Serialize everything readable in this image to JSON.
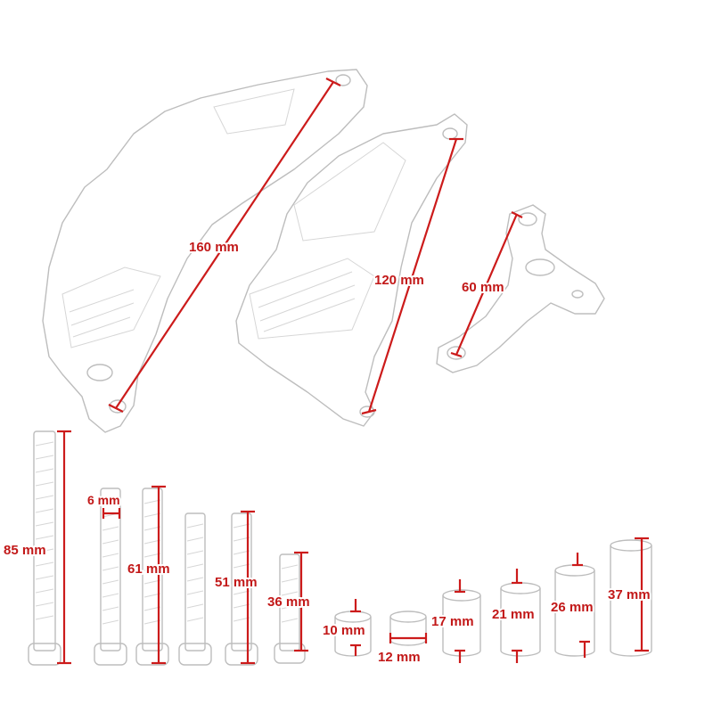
{
  "accent_color": "#c21818",
  "brackets": [
    {
      "name": "bracket-large",
      "label": "160 mm"
    },
    {
      "name": "bracket-medium",
      "label": "120 mm"
    },
    {
      "name": "bracket-small",
      "label": "60 mm"
    }
  ],
  "bolts": [
    {
      "name": "bolt-85",
      "label": "85 mm"
    },
    {
      "name": "bolt-6-width",
      "label": "6 mm"
    },
    {
      "name": "bolt-61",
      "label": "61 mm"
    },
    {
      "name": "bolt-unlabeled",
      "label": ""
    },
    {
      "name": "bolt-51",
      "label": "51 mm"
    },
    {
      "name": "bolt-36",
      "label": "36 mm"
    }
  ],
  "spacers": [
    {
      "name": "spacer-10",
      "label": "10 mm"
    },
    {
      "name": "spacer-12",
      "label": "12 mm"
    },
    {
      "name": "spacer-17",
      "label": "17 mm"
    },
    {
      "name": "spacer-21",
      "label": "21 mm"
    },
    {
      "name": "spacer-26",
      "label": "26 mm"
    },
    {
      "name": "spacer-37",
      "label": "37 mm"
    }
  ]
}
